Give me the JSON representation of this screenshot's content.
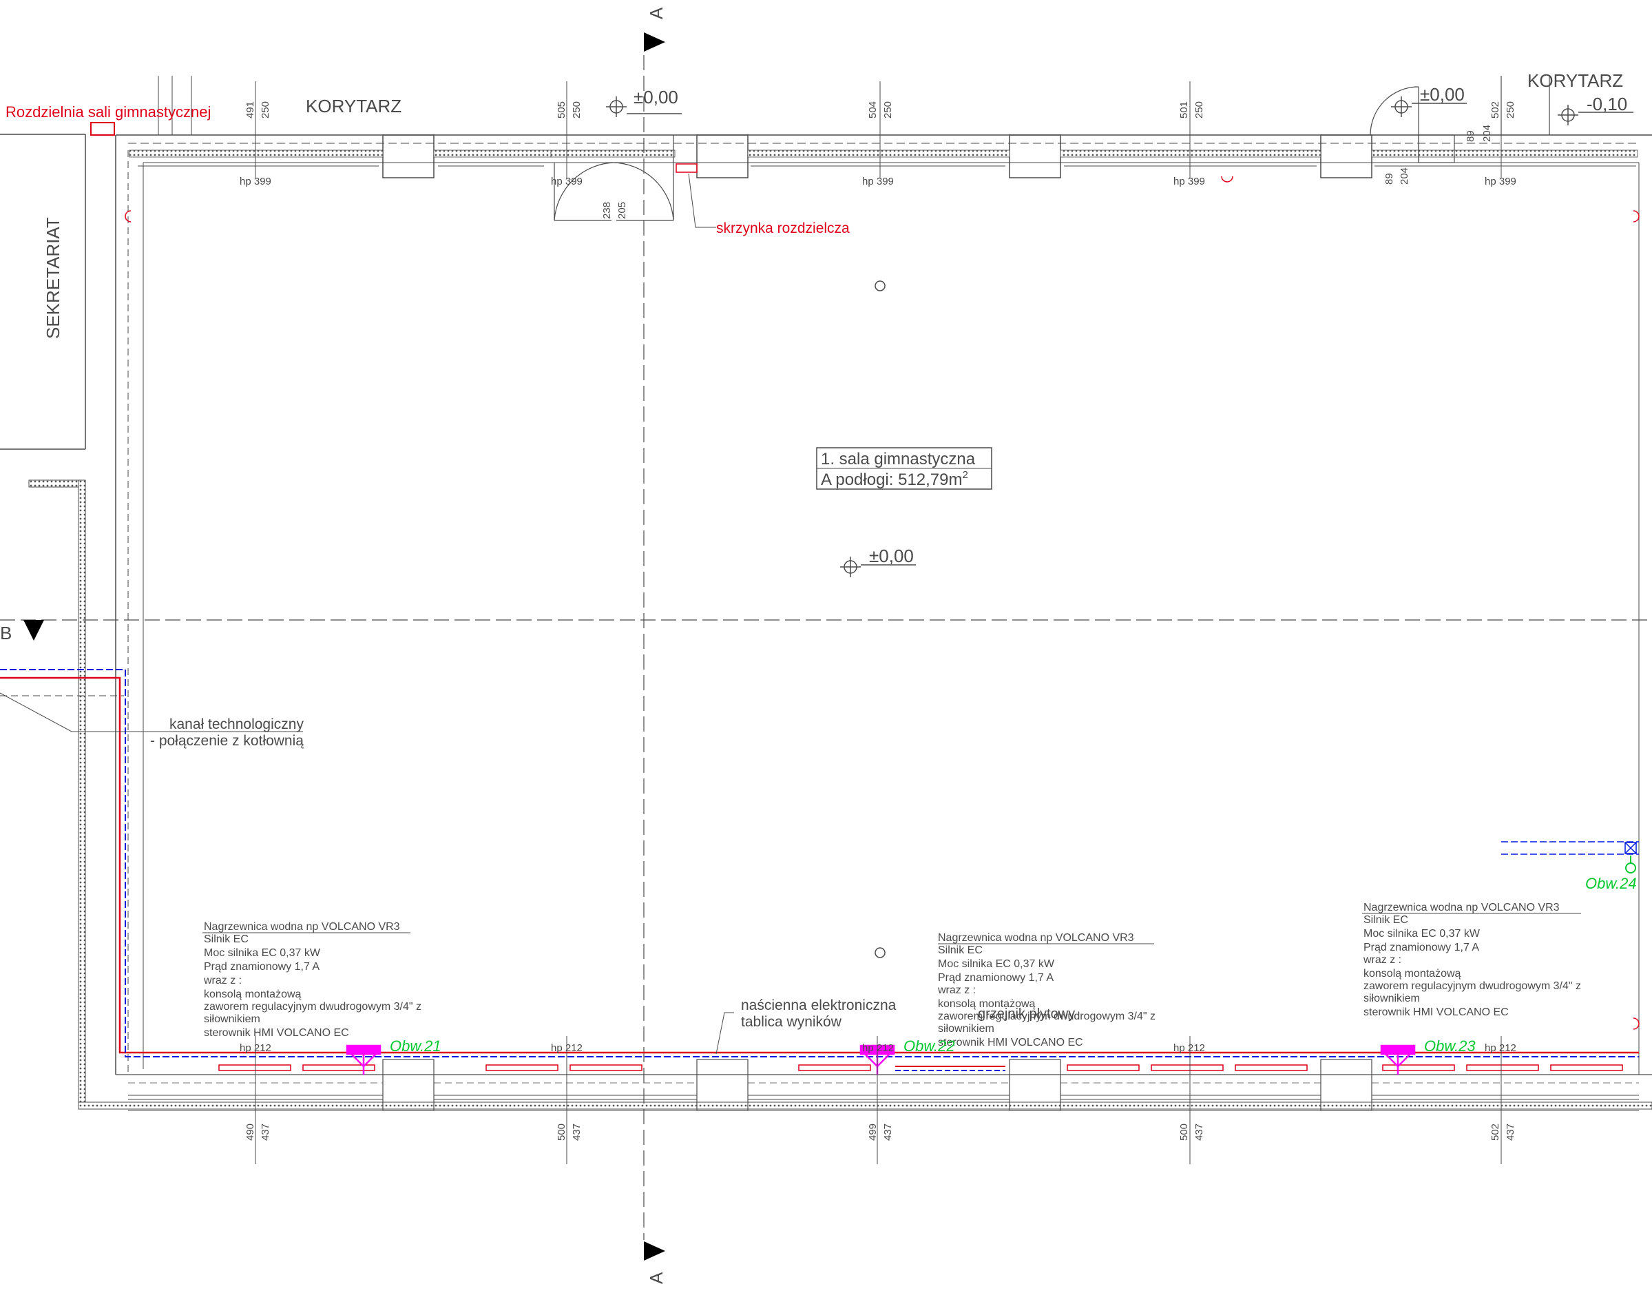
{
  "colors": {
    "line": "#4a4a4a",
    "red": "#e0001a",
    "blue": "#0019e0",
    "green": "#00c830",
    "magenta": "#ff00ff"
  },
  "labels": {
    "switchboard": "Rozdzielnia sali gimnastycznej",
    "corridor_left": "KORYTARZ",
    "corridor_right": "KORYTARZ",
    "secretariat": "SEKRETARIAT",
    "junction_box": "skrzynka rozdzielcza",
    "channel_line1": "kanał technologiczny",
    "channel_line2": "- połączenie z kotłownią",
    "scoreboard_line1": "naścienna elektroniczna",
    "scoreboard_line2": "tablica wyników",
    "radiator": "grzejnik płytowy"
  },
  "room": {
    "name": "1. sala gimnastyczna",
    "area_prefix": "A podłogi: 512,79m",
    "area_sup": "2"
  },
  "levels": {
    "door": "±0,00",
    "stair": "±0,00",
    "corridor": "-0,10",
    "center": "±0,00"
  },
  "section_marks": {
    "a_top": "A",
    "a_bottom": "A",
    "b_left": "B"
  },
  "top_windows": {
    "hp": [
      "hp 399",
      "hp 399",
      "hp 399",
      "hp 399",
      "hp 399"
    ],
    "dims": [
      [
        "491",
        "250"
      ],
      [
        "505",
        "250"
      ],
      [
        "504",
        "250"
      ],
      [
        "501",
        "250"
      ],
      [
        "502",
        "250"
      ]
    ]
  },
  "bottom_windows": {
    "hp": [
      "hp 212",
      "hp 212",
      "hp 212",
      "hp 212",
      "hp 212"
    ],
    "dims": [
      [
        "490",
        "437"
      ],
      [
        "500",
        "437"
      ],
      [
        "499",
        "437"
      ],
      [
        "500",
        "437"
      ],
      [
        "502",
        "437"
      ]
    ]
  },
  "door_dims": [
    "238",
    "205"
  ],
  "stair_dims": [
    "89",
    "204",
    "89",
    "204"
  ],
  "heater_spec": {
    "title": "Nagrzewnica wodna np VOLCANO VR3",
    "lines": [
      "Silnik EC",
      "Moc silnika EC 0,37 kW",
      "Prąd znamionowy 1,7 A",
      "wraz z :",
      "konsolą montażową",
      "zaworem regulacyjnym dwudrogowym 3/4\" z",
      "siłownikiem",
      "sterownik HMI VOLCANO EC"
    ]
  },
  "circuits": {
    "c21": "Obw.21",
    "c22": "Obw.22",
    "c23": "Obw.23",
    "c24": "Obw.24"
  }
}
